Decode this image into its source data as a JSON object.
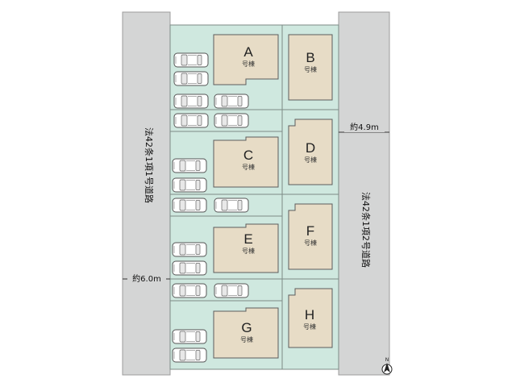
{
  "roads": {
    "west": {
      "label": "法42条1項1号道路",
      "width_label": "約6.0m"
    },
    "east": {
      "label": "法42条1項2号道路",
      "width_label": "約4.9m"
    }
  },
  "lots": [
    {
      "id": "A",
      "label": "A",
      "suffix": "号棟"
    },
    {
      "id": "B",
      "label": "B",
      "suffix": "号棟"
    },
    {
      "id": "C",
      "label": "C",
      "suffix": "号棟"
    },
    {
      "id": "D",
      "label": "D",
      "suffix": "号棟"
    },
    {
      "id": "E",
      "label": "E",
      "suffix": "号棟"
    },
    {
      "id": "F",
      "label": "F",
      "suffix": "号棟"
    },
    {
      "id": "G",
      "label": "G",
      "suffix": "号棟"
    },
    {
      "id": "H",
      "label": "H",
      "suffix": "号棟"
    }
  ],
  "compass": {
    "label": "N"
  },
  "colors": {
    "lot": "#cfe8df",
    "building": "#e7dcc6",
    "road": "#d4d5d5"
  }
}
